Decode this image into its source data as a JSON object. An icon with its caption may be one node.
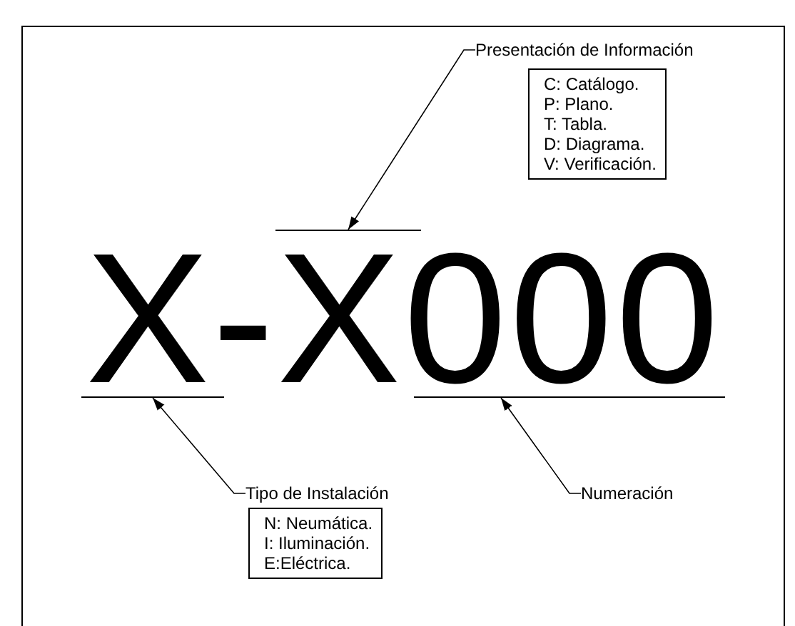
{
  "diagram": {
    "nodes": [
      {
        "text": [
          "Presentación de Información"
        ]
      },
      {
        "text": [
          "C: Catálogo.",
          "P: Plano.",
          "T: Tabla.",
          "D: Diagrama.",
          "V: Verificación."
        ]
      },
      {
        "text": [],
        "shape": "bar"
      },
      {
        "text": [],
        "shape": "bar"
      },
      {
        "text": [],
        "shape": "bar"
      },
      {
        "text": [
          "Tipo de Instalación"
        ]
      },
      {
        "text": [
          "N: Neumática.",
          "I: Iluminación.",
          "E:Eléctrica."
        ]
      },
      {
        "text": [
          "Numeración"
        ]
      }
    ],
    "edges": [
      {
        "from": 0,
        "to": 2,
        "arrow": "to"
      },
      {
        "from": 5,
        "to": 3,
        "arrow": "to"
      },
      {
        "from": 7,
        "to": 4,
        "arrow": "to"
      }
    ],
    "labels": [
      "X-X000"
    ]
  }
}
